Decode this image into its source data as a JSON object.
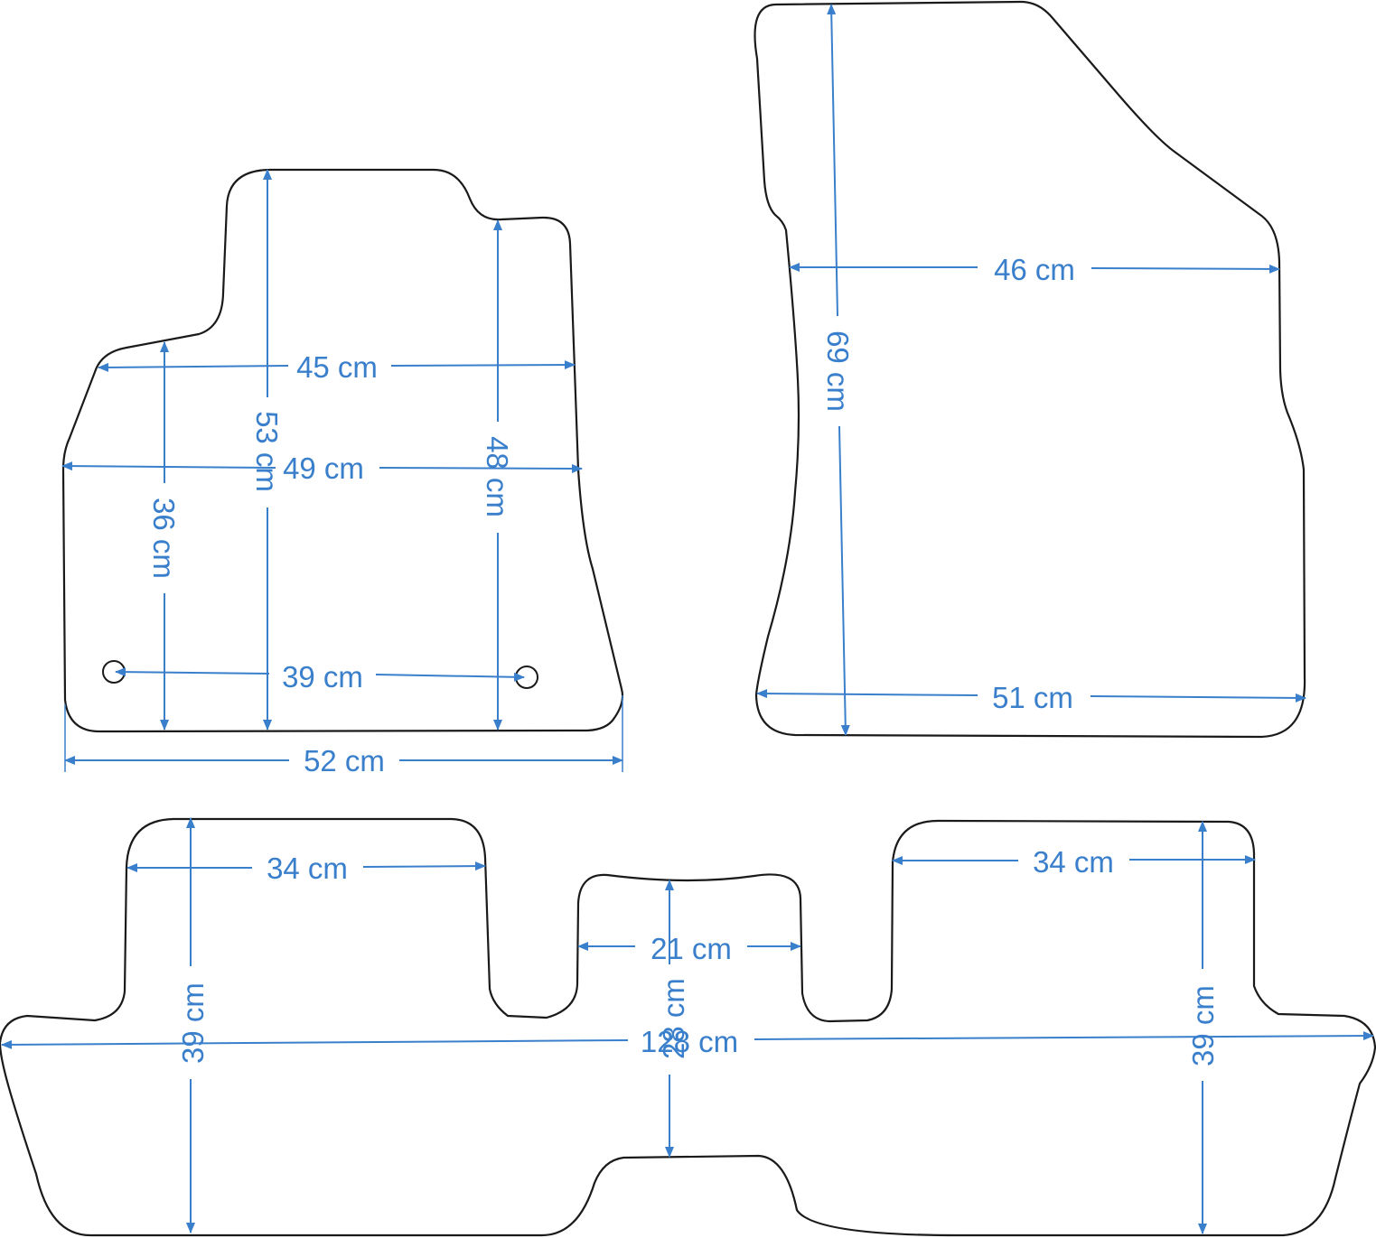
{
  "arrow_color": "#3a7fcb",
  "outline_color": "#1a1a1a",
  "front_left_mat": {
    "dimensions": [
      "45 cm",
      "49 cm",
      "53 cm",
      "48 cm",
      "36 cm",
      "39 cm",
      "52 cm"
    ]
  },
  "front_right_mat": {
    "dimensions": [
      "46 cm",
      "69 cm",
      "51 cm"
    ]
  },
  "rear_mat": {
    "dimensions": [
      "34 cm",
      "34 cm",
      "21 cm",
      "28 cm",
      "39 cm",
      "39 cm",
      "128 cm"
    ]
  }
}
